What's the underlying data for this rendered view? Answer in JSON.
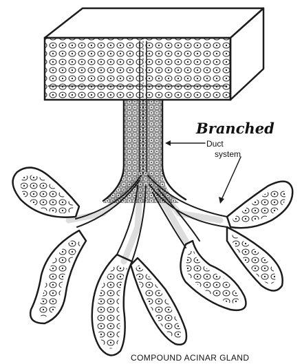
{
  "labels": {
    "heading": "Branched",
    "line1": "Duct",
    "line2": "system"
  },
  "caption": "COMPOUND ACINAR GLAND",
  "colors": {
    "ink": "#1c1c1c",
    "paper": "#ffffff"
  }
}
